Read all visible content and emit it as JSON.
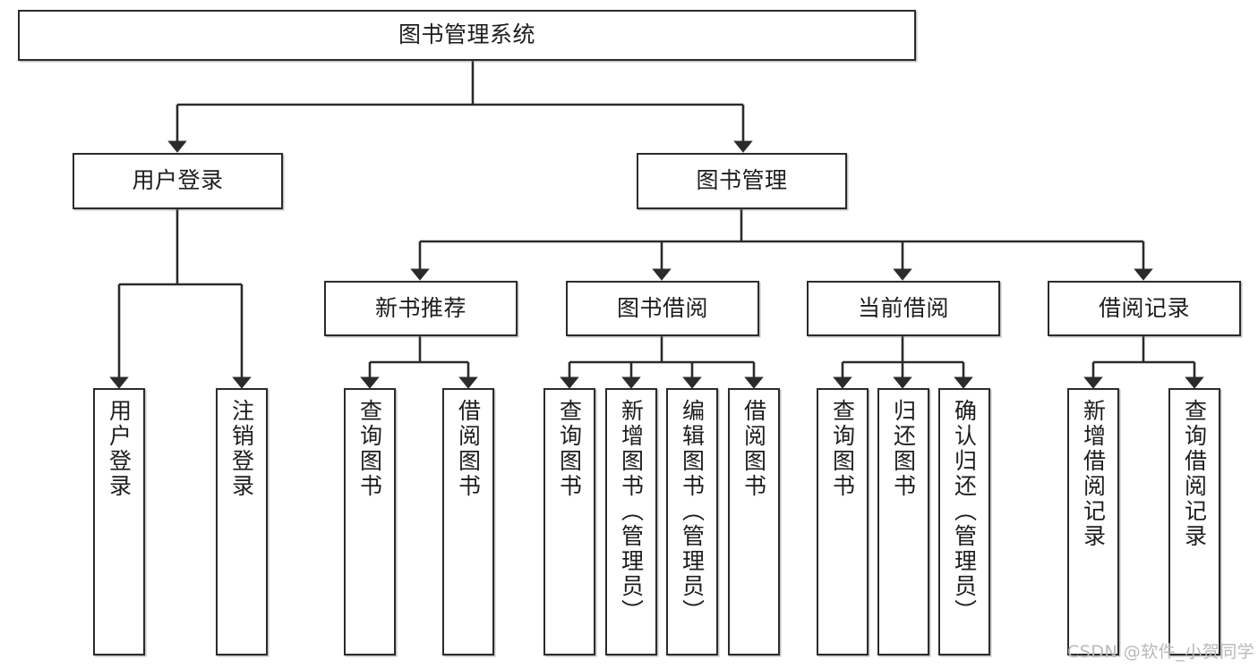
{
  "diagram": {
    "title": "图书管理系统",
    "watermark": "CSDN @软件_小贺同学",
    "edge_color": "#2b2b2b",
    "box_border_color": "#2b2b2b",
    "box_fill_color": "#ffffff",
    "text_color": "#1d1d1d",
    "watermark_color": "#b9b9b9"
  },
  "nodes": {
    "root": {
      "label": "图书管理系统"
    },
    "level2": [
      {
        "label": "用户登录"
      },
      {
        "label": "图书管理"
      }
    ],
    "level3": [
      {
        "label": "新书推荐"
      },
      {
        "label": "图书借阅"
      },
      {
        "label": "当前借阅"
      },
      {
        "label": "借阅记录"
      }
    ],
    "leaves_user_login": [
      {
        "label": "用户登录"
      },
      {
        "label": "注销登录"
      }
    ],
    "leaves_new_book": [
      {
        "label": "查询图书"
      },
      {
        "label": "借阅图书"
      }
    ],
    "leaves_borrow": [
      {
        "label": "查询图书"
      },
      {
        "label": "新增图书（管理员）"
      },
      {
        "label": "编辑图书（管理员）"
      },
      {
        "label": "借阅图书"
      }
    ],
    "leaves_current": [
      {
        "label": "查询图书"
      },
      {
        "label": "归还图书"
      },
      {
        "label": "确认归还（管理员）"
      }
    ],
    "leaves_records": [
      {
        "label": "新增借阅记录"
      },
      {
        "label": "查询借阅记录"
      }
    ]
  },
  "chart_data": {
    "type": "diagram",
    "diagram_kind": "tree-hierarchy",
    "title": "图书管理系统",
    "orientation": "top-down",
    "tree": {
      "name": "图书管理系统",
      "children": [
        {
          "name": "用户登录",
          "children": [
            {
              "name": "用户登录"
            },
            {
              "name": "注销登录"
            }
          ]
        },
        {
          "name": "图书管理",
          "children": [
            {
              "name": "新书推荐",
              "children": [
                {
                  "name": "查询图书"
                },
                {
                  "name": "借阅图书"
                }
              ]
            },
            {
              "name": "图书借阅",
              "children": [
                {
                  "name": "查询图书"
                },
                {
                  "name": "新增图书（管理员）"
                },
                {
                  "name": "编辑图书（管理员）"
                },
                {
                  "name": "借阅图书"
                }
              ]
            },
            {
              "name": "当前借阅",
              "children": [
                {
                  "name": "查询图书"
                },
                {
                  "name": "归还图书"
                },
                {
                  "name": "确认归还（管理员）"
                }
              ]
            },
            {
              "name": "借阅记录",
              "children": [
                {
                  "name": "新增借阅记录"
                },
                {
                  "name": "查询借阅记录"
                }
              ]
            }
          ]
        }
      ]
    }
  }
}
